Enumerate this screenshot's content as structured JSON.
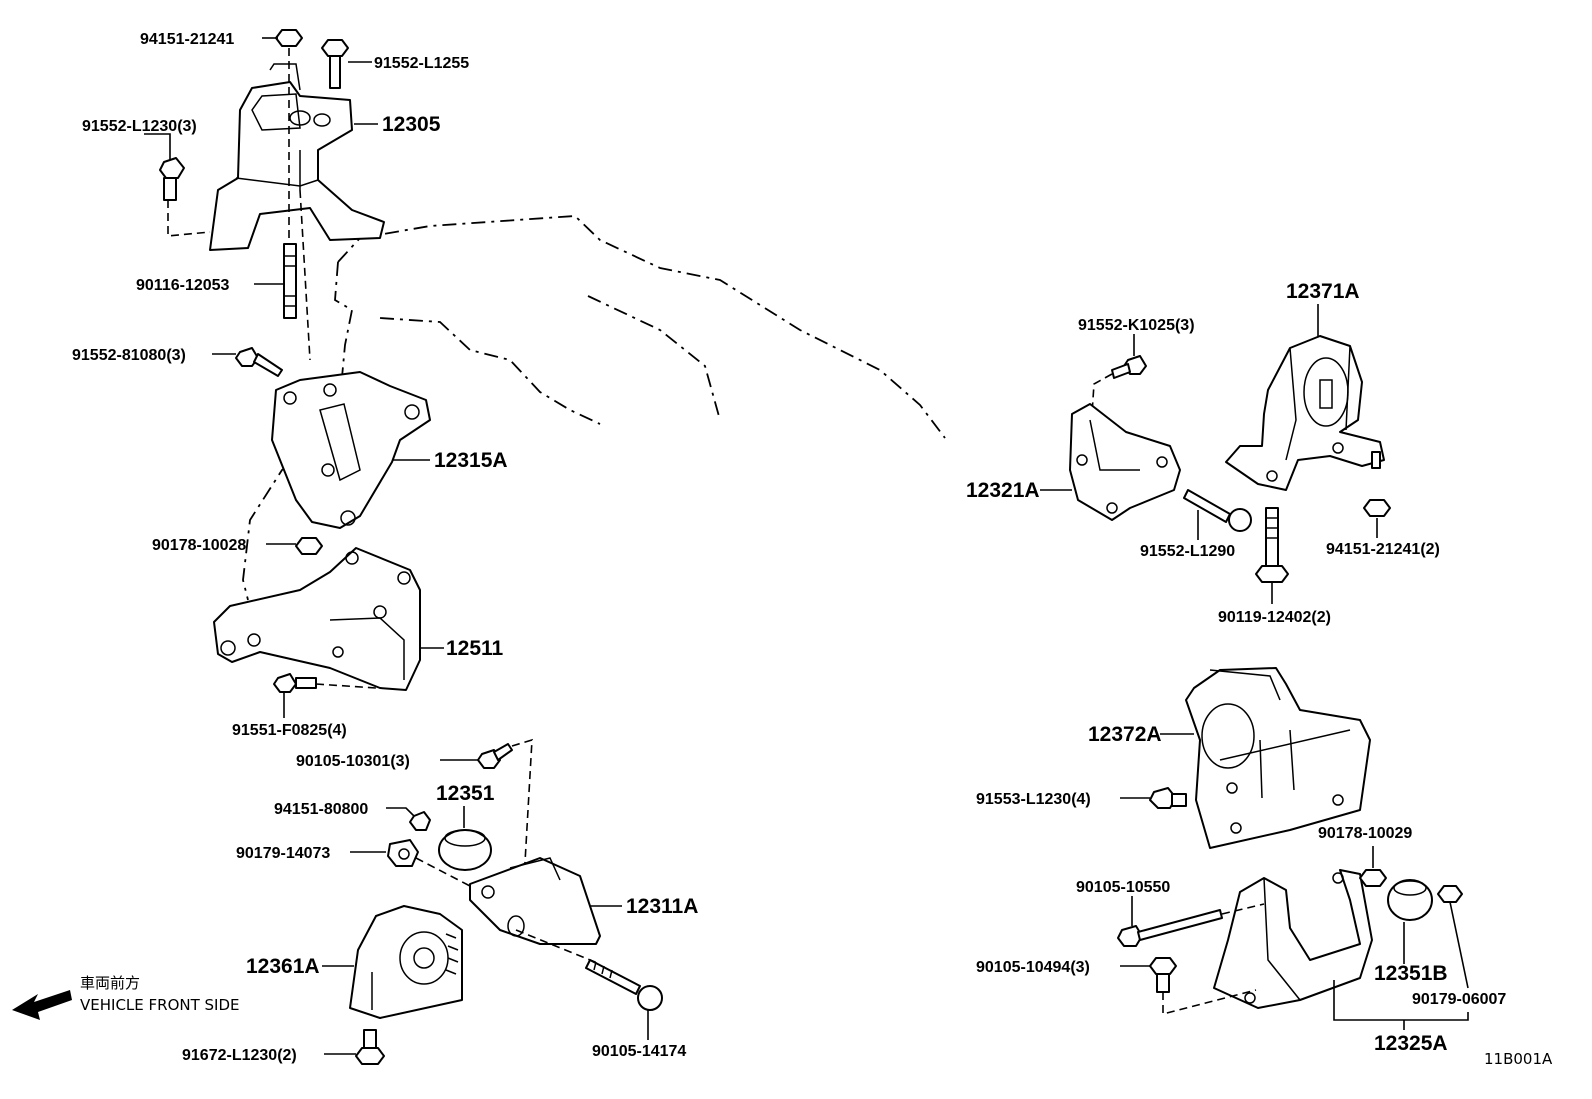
{
  "diagram_id": "11B001A",
  "direction_note": {
    "jp": "車両前方",
    "en": "VEHICLE FRONT SIDE"
  },
  "callouts": {
    "p94151_21241": "94151-21241",
    "p91552_L1255": "91552-L1255",
    "p12305": "12305",
    "p91552_L1230_3": "91552-L1230(3)",
    "p90116_12053": "90116-12053",
    "p91552_81080_3": "91552-81080(3)",
    "p12315A": "12315A",
    "p90178_10028": "90178-10028",
    "p12511": "12511",
    "p91551_F0825_4": "91551-F0825(4)",
    "p90105_10301_3": "90105-10301(3)",
    "p94151_80800": "94151-80800",
    "p12351": "12351",
    "p90179_14073": "90179-14073",
    "p12311A": "12311A",
    "p12361A": "12361A",
    "p90105_14174": "90105-14174",
    "p91672_L1230_2": "91672-L1230(2)",
    "p12371A": "12371A",
    "p91552_K1025_3": "91552-K1025(3)",
    "p12321A": "12321A",
    "p91552_L1290": "91552-L1290",
    "p94151_21241_2": "94151-21241(2)",
    "p90119_12402_2": "90119-12402(2)",
    "p12372A": "12372A",
    "p91553_L1230_4": "91553-L1230(4)",
    "p90178_10029": "90178-10029",
    "p90105_10550": "90105-10550",
    "p90105_10494_3": "90105-10494(3)",
    "p12351B": "12351B",
    "p90179_06007": "90179-06007",
    "p12325A": "12325A"
  }
}
